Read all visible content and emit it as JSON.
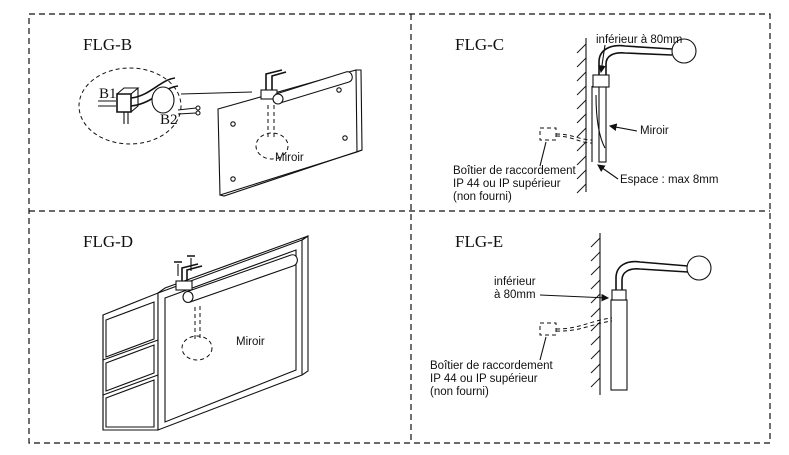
{
  "panels": {
    "b": {
      "title": "FLG-B",
      "b1": "B1",
      "b2": "B2",
      "mirror": "Miroir"
    },
    "c": {
      "title": "FLG-C",
      "below": "inférieur à 80mm",
      "mirror": "Miroir",
      "box1": "Boîtier de raccordement",
      "box2": "IP 44 ou IP supérieur",
      "box3": "(non fourni)",
      "gap": "Espace : max 8mm"
    },
    "d": {
      "title": "FLG-D",
      "mirror": "Miroir"
    },
    "e": {
      "title": "FLG-E",
      "below1": "inférieur",
      "below2": "à 80mm",
      "box1": "Boîtier de raccordement",
      "box2": "IP 44 ou IP supérieur",
      "box3": "(non fourni)"
    }
  }
}
